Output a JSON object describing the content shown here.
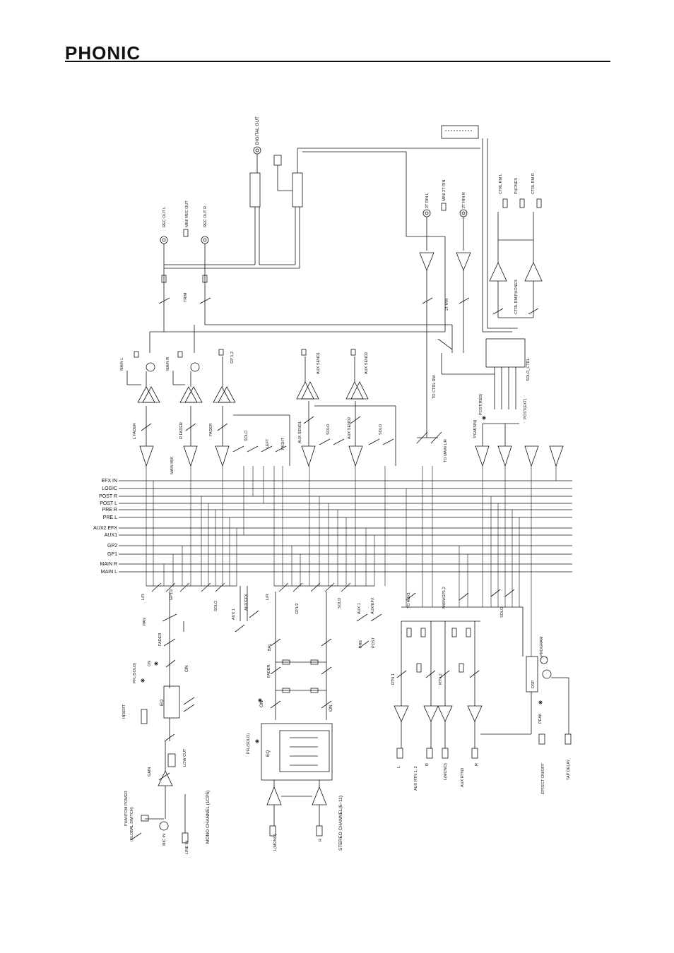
{
  "header": {
    "logo": "PHONIC"
  },
  "buses": [
    "EFX IN",
    "LOGIC",
    "POST R",
    "POST L",
    "PRE R",
    "PRE L",
    "AUX2 EFX",
    "AUX1",
    "GP2",
    "GP1",
    "MAIN R",
    "MAIN L"
  ],
  "top_section": {
    "digital_out": "DIGITAL OUT",
    "rec_out_l": "REC OUT L",
    "mini_rec_out": "MINI REC OUT",
    "rec_out_r": "REC OUT R",
    "trim": "TRIM",
    "main_l": "MAIN L",
    "main_r": "MAIN R",
    "gp12": "GP 1,2",
    "aux_send1": "AUX SEND1",
    "aux_send2": "AUX SEND2",
    "two_tr_in_l": "2T RIN L",
    "mini_2t_rin": "MINI 2T RIN",
    "two_tr_in_r": "2T RIN R",
    "two_tr_in": "2T RIN",
    "ctrl_rm_l": "CTRL RM L",
    "phones": "PHONES",
    "ctrl_rm_r": "CTRL RM R",
    "ctrl_rm_phones": "CTRL RM/PHONES",
    "solo_ctrl": "SOLO_CTRL",
    "to_ctrl_rm": "TO CTRL RM",
    "to_main_lr": "TO MAIN L/R",
    "pgm_ctrl": "PGM(SIN)",
    "post_ctrl": "POST(RED)",
    "post_ext": "POST(EXT)"
  },
  "mid_section": {
    "l_fader": "L FADER",
    "r_fader": "R FADER",
    "fader": "FADER",
    "main_mix": "MAIN MIX",
    "solo": "SOLO",
    "left": "LEFT",
    "right": "RIGHT",
    "aux_send1": "AUX SEND1",
    "aux_send2": "AUX SEND2"
  },
  "channels": {
    "mono_title": "MONO CHANNEL (1CP5)",
    "stereo_title": "STEREO CHANNEL(6~11)",
    "lr": "L/R",
    "gp12": "GP1/2",
    "solo": "SOLO",
    "aux1": "AUX 1",
    "aux_efx": "AUX/EFX",
    "pan": "PAN",
    "fader": "FADER",
    "on": "ON",
    "eq": "EQ",
    "low_cut": "LOW CUT",
    "gain": "GAIN",
    "insert": "INSERT",
    "phantom": "PHANTOM POWER",
    "global_switch": "(GLOBAL SWITCH)",
    "mic_in": "MIC IN",
    "line_in": "LINE IN",
    "pre": "PRE",
    "post": "POST",
    "bal": "BAL",
    "pfl_solo": "PFL(SOLO)",
    "l_mono": "L(MONO)",
    "r": "R",
    "to_aux1": "TO AUX1",
    "main_gp12": "MAIN/GP1,2",
    "rtn1": "RTN 1",
    "rtn2": "RTN 2",
    "aux_rtn12": "AUX RTN 1, 2",
    "aux_rtn3": "AUX RTN3",
    "l": "L",
    "dsp": "DSP",
    "peak": "PEAK",
    "effect_on_off": "EFFECT ON/OFF",
    "tap_delay": "TAP DELAY",
    "program": "PROGRAM"
  }
}
